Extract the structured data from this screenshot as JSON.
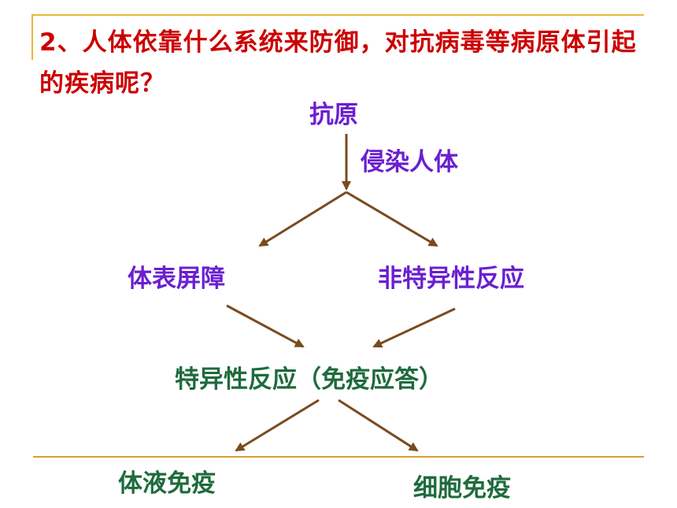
{
  "question": "2、人体依靠什么系统来防御，对抗病毒等病原体引起的疾病呢？",
  "nodes": {
    "antigen": "抗原",
    "infect_label": "侵染人体",
    "barrier": "体表屏障",
    "nonspecific": "非特异性反应",
    "specific": "特异性反应（免疫应答）",
    "humoral": "体液免疫",
    "cellular": "细胞免疫"
  },
  "colors": {
    "question": "#cc0000",
    "purple_text": "#6a1fd1",
    "green_text": "#1e6b3c",
    "arrow": "#7a4a1e",
    "rule": "#e8b838"
  }
}
